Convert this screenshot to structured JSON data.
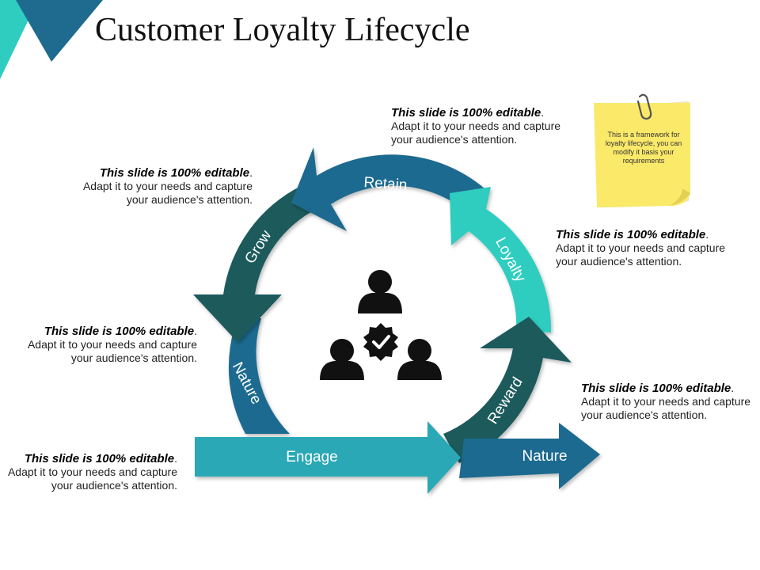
{
  "title": "Customer Loyalty Lifecycle",
  "arc_labels": {
    "retain": "Retain",
    "grow": "Grow",
    "nature_left": "Nature",
    "engage": "Engage",
    "reward": "Reward",
    "loyalty": "Loyalty",
    "nature_right": "Nature"
  },
  "notes": [
    {
      "heading": "This slide is 100% editable",
      "line1": "Adapt it to your needs and capture",
      "line2": "your audience's attention."
    },
    {
      "heading": "This slide is 100% editable",
      "line1": "Adapt it to your needs and capture",
      "line2": "your audience's attention."
    },
    {
      "heading": "This slide is 100% editable",
      "line1": "Adapt it to your needs and capture",
      "line2": "your audience's attention."
    },
    {
      "heading": "This slide is 100% editable",
      "line1": "Adapt it to your needs and capture",
      "line2": "your audience's attention."
    },
    {
      "heading": "This slide is 100% editable",
      "line1": "Adapt it to your needs and capture",
      "line2": "your audience's attention."
    },
    {
      "heading": "This slide is 100% editable",
      "line1": "Adapt it to your needs and capture",
      "line2": "your audience's attention."
    }
  ],
  "sticky_note": "This is a framework for loyalty lifecycle, you can modify it basis your requirements",
  "colors": {
    "dark_blue": "#1f6a8f",
    "dark_teal": "#1c5a5c",
    "teal": "#2aa8b5",
    "aqua": "#2ecdc0",
    "sticky": "#fbe96a",
    "icon": "#111111"
  },
  "icons": [
    "paperclip-icon",
    "people-group-icon",
    "check-badge-icon"
  ]
}
